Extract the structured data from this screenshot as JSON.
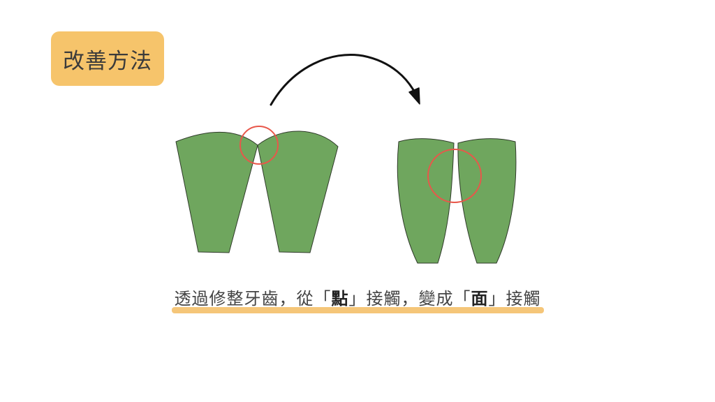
{
  "title_badge": {
    "label": "改善方法"
  },
  "caption": {
    "part1": "透過修整牙齒，從「",
    "point": "點",
    "part2": "」接觸，變成「",
    "surface": "面",
    "part3": "」接觸"
  },
  "colors": {
    "badge": "#f6c46b",
    "tooth_fill": "#6fa65e",
    "tooth_stroke": "#2f3a2a",
    "contact_circle": "#e8574a",
    "arrow": "#111111",
    "underline": "#f4c06a"
  }
}
